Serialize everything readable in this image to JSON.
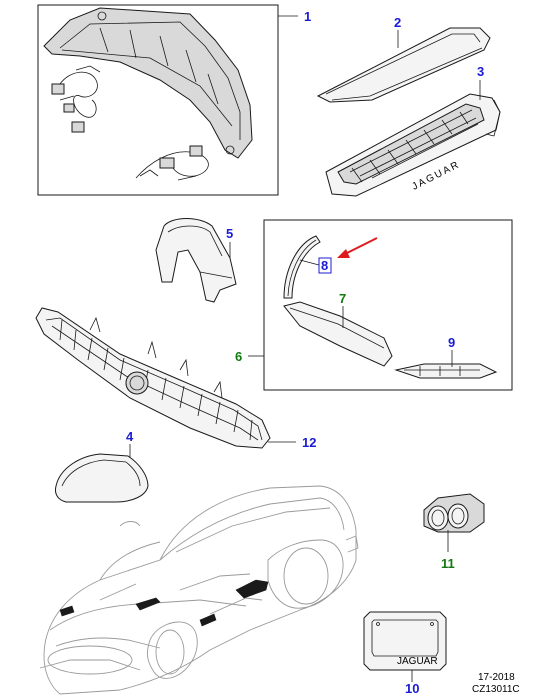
{
  "callouts": {
    "c1": {
      "label": "1",
      "color": "#1b1bd6"
    },
    "c2": {
      "label": "2",
      "color": "#1b1bd6"
    },
    "c3": {
      "label": "3",
      "color": "#1b1bd6"
    },
    "c4": {
      "label": "4",
      "color": "#1b1bd6"
    },
    "c5": {
      "label": "5",
      "color": "#1b1bd6"
    },
    "c6": {
      "label": "6",
      "color": "#117a11"
    },
    "c7": {
      "label": "7",
      "color": "#117a11"
    },
    "c8": {
      "label": "8",
      "color": "#1b1bd6"
    },
    "c9": {
      "label": "9",
      "color": "#1b1bd6"
    },
    "c10": {
      "label": "10",
      "color": "#1b1bd6"
    },
    "c11": {
      "label": "11",
      "color": "#117a11"
    },
    "c12": {
      "label": "12",
      "color": "#1b1bd6"
    }
  },
  "highlight": {
    "arrow_color": "#e01b1b",
    "box_color": "#1b1bd6"
  },
  "vent_badge_text": "JAGUAR",
  "plate_frame_text": "JAGUAR",
  "reference": {
    "year_code": "17-2018",
    "illustration_code": "CZ13011C"
  }
}
